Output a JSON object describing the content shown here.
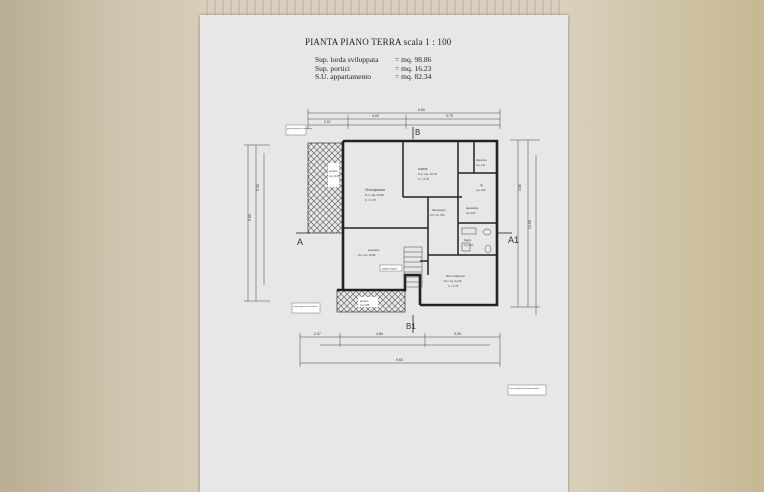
{
  "plan": {
    "title": "PIANTA PIANO TERRA  scala 1 : 100",
    "summary": [
      {
        "label": "Sup. lorda sviluppata",
        "value": "= mq. 98.86"
      },
      {
        "label": "Sup. portici",
        "value": "= mq. 16.23"
      },
      {
        "label": "S.U. appartamento",
        "value": "= mq. 82.34"
      }
    ],
    "rooms": {
      "soggiorno": {
        "name": "Giorno/pranzo",
        "area": "S.U. mq. 33.56",
        "height": "h. = 2.70"
      },
      "cucina": {
        "name": "cucina",
        "area": "S.U. mq. 10.79",
        "height": "h. = 2.70"
      },
      "dispensa": {
        "name": "dispensa",
        "area": "mq. 1.21"
      },
      "rip": {
        "name": "rip",
        "area": "mq. 1.63"
      },
      "disimpegno": {
        "name": "disimpegno",
        "area": "S.U. mq. 3.51"
      },
      "lavanderia": {
        "name": "lavanderia",
        "area": "mq. 3.83"
      },
      "bagno": {
        "name": "bagno",
        "area": "mq. 5.23"
      },
      "letto": {
        "name": "letto matrimon.",
        "area": "S.U. mq. 14.40",
        "height": "h. = 2.70"
      },
      "ingresso": {
        "name": "ingresso",
        "area": "S.U. mq. 10.90"
      },
      "portico_ovest": {
        "name": "portico",
        "area": "mq. 10.35"
      },
      "portico_sud": {
        "name": "portico",
        "area": "mq. 5.88"
      }
    },
    "section_marks": {
      "a": "A",
      "a1": "A1",
      "b": "B",
      "b1": "B1"
    },
    "notes": {
      "portico_top": "pilastri portico in muratura",
      "portico_bottom": "pilastri portici in muratura",
      "corner": "muro esterno di tamponamento",
      "stairs": "scala in legno"
    },
    "dimensions": {
      "top_total": "9.60",
      "top_a": "2.07",
      "top_b": "4.00",
      "top_c": "3.75",
      "bottom_total": "9.60",
      "bottom_a": "2.07",
      "bottom_b": "4.50",
      "bottom_c": "3.25",
      "left_total": "9.80",
      "left_a": "5.20",
      "right_total": "10.58",
      "right_a": "3.85"
    }
  }
}
